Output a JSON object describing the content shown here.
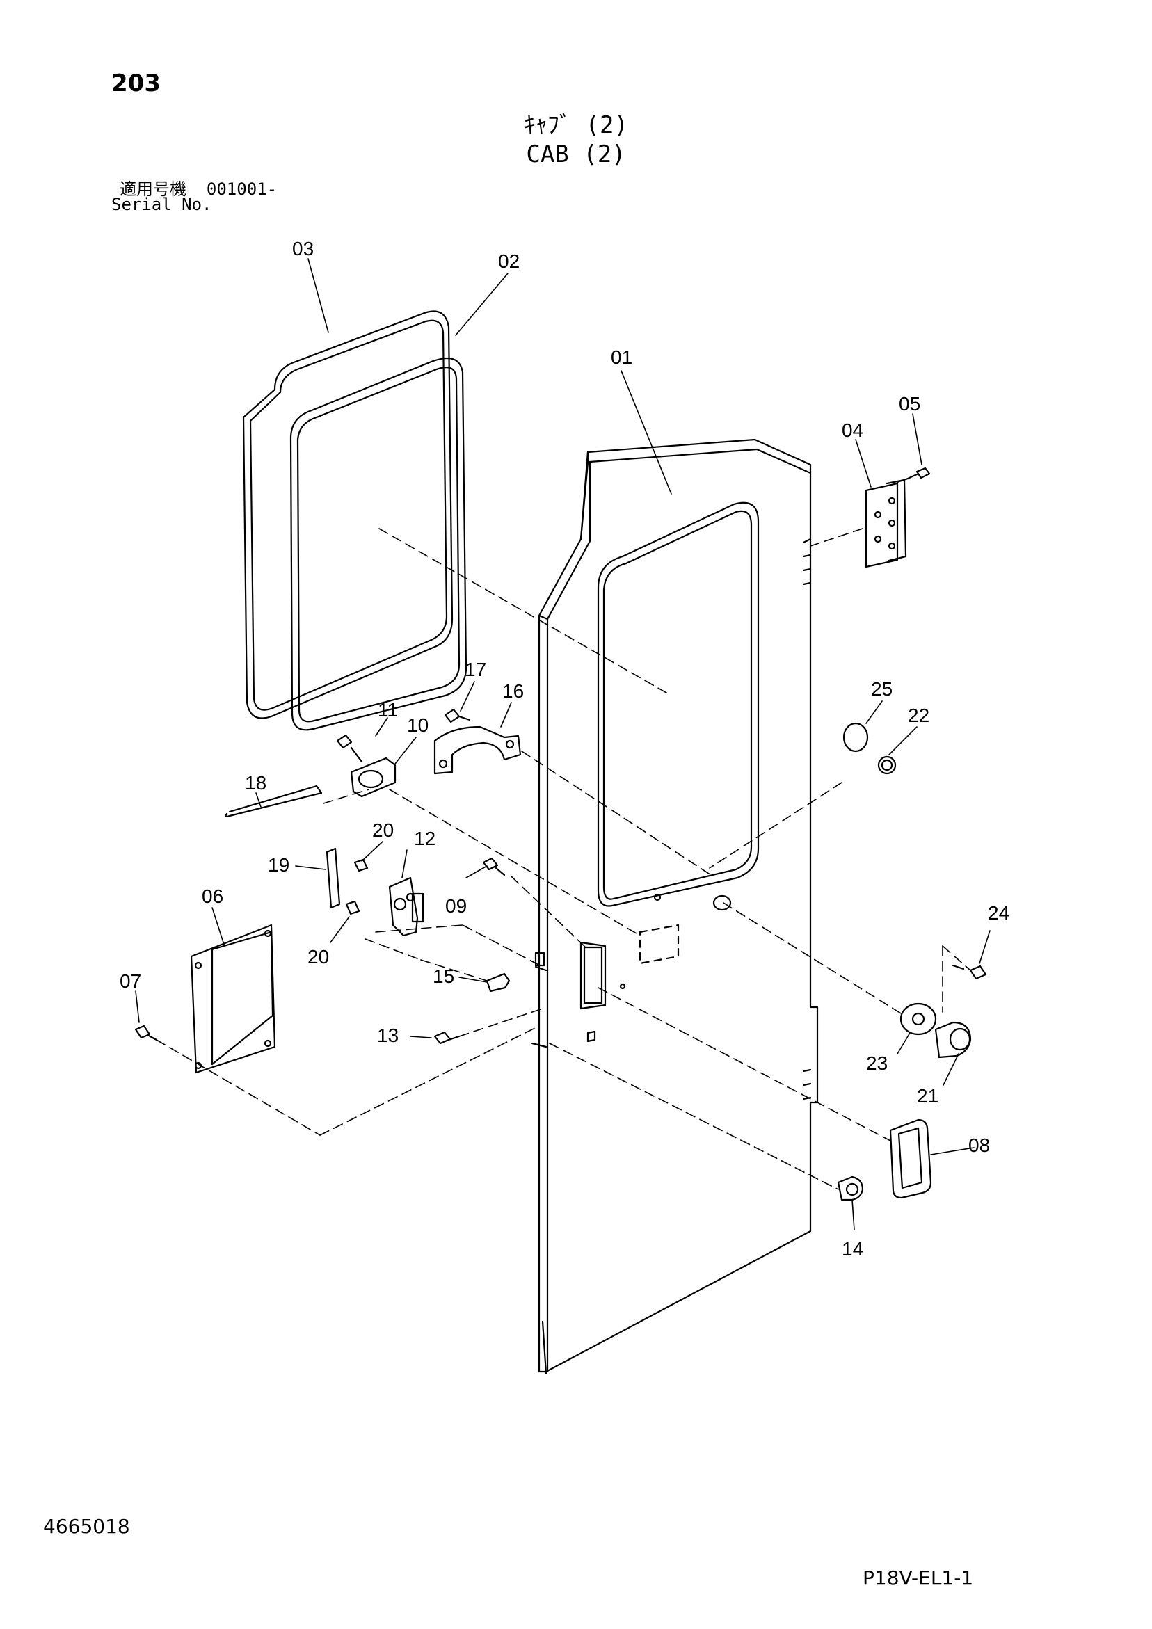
{
  "page": {
    "page_number": "203",
    "title_jp": "ｷｬﾌﾞ (2)",
    "title_en": "CAB (2)",
    "serial_label_jp": "適用号機",
    "serial_value": "001001-",
    "serial_label_en": "Serial No.",
    "doc_number": "4665018",
    "sheet_code": "P18V-EL1-1"
  },
  "callouts": [
    "01",
    "02",
    "03",
    "04",
    "05",
    "06",
    "07",
    "08",
    "09",
    "10",
    "11",
    "12",
    "13",
    "14",
    "15",
    "16",
    "17",
    "18",
    "19",
    "20",
    "20",
    "21",
    "22",
    "23",
    "24",
    "25"
  ]
}
